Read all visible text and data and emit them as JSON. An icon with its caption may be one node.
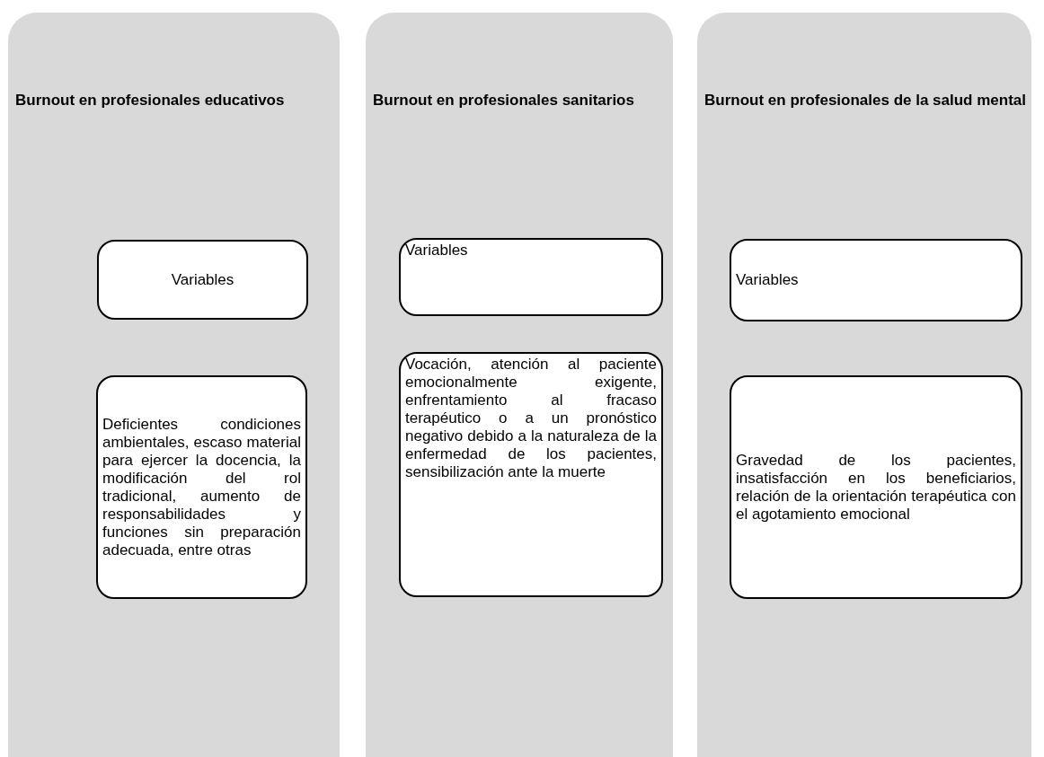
{
  "diagram": {
    "nodes": [
      {
        "text": [
          "Burnout en profesionales educativos"
        ]
      },
      {
        "text": [
          "Variables"
        ],
        "in": 0
      },
      {
        "text": [
          "Deficientes condiciones ambientales, escaso material para ejercer la docencia, la modificación del rol tradicional, aumento de responsabilidades y funciones sin preparación adecuada, entre otras"
        ],
        "in": 0
      },
      {
        "text": [
          "Burnout en profesionales sanitarios"
        ]
      },
      {
        "text": [
          "Variables"
        ],
        "in": 3
      },
      {
        "text": [
          "Vocación, atención al paciente emocionalmente exigente, enfrentamiento al fracaso terapéutico o a un pronóstico negativo debido a la naturaleza de la enfermedad de los pacientes, sensibilización ante la muerte"
        ],
        "in": 3
      },
      {
        "text": [
          "Burnout en profesionales de la salud mental"
        ]
      },
      {
        "text": [
          "Variables"
        ],
        "in": 6
      },
      {
        "text": [
          "Gravedad de los pacientes, insatisfacción en los beneficiarios, relación de la orientación terapéutica con el agotamiento emocional"
        ],
        "in": 6
      }
    ],
    "edges": []
  }
}
